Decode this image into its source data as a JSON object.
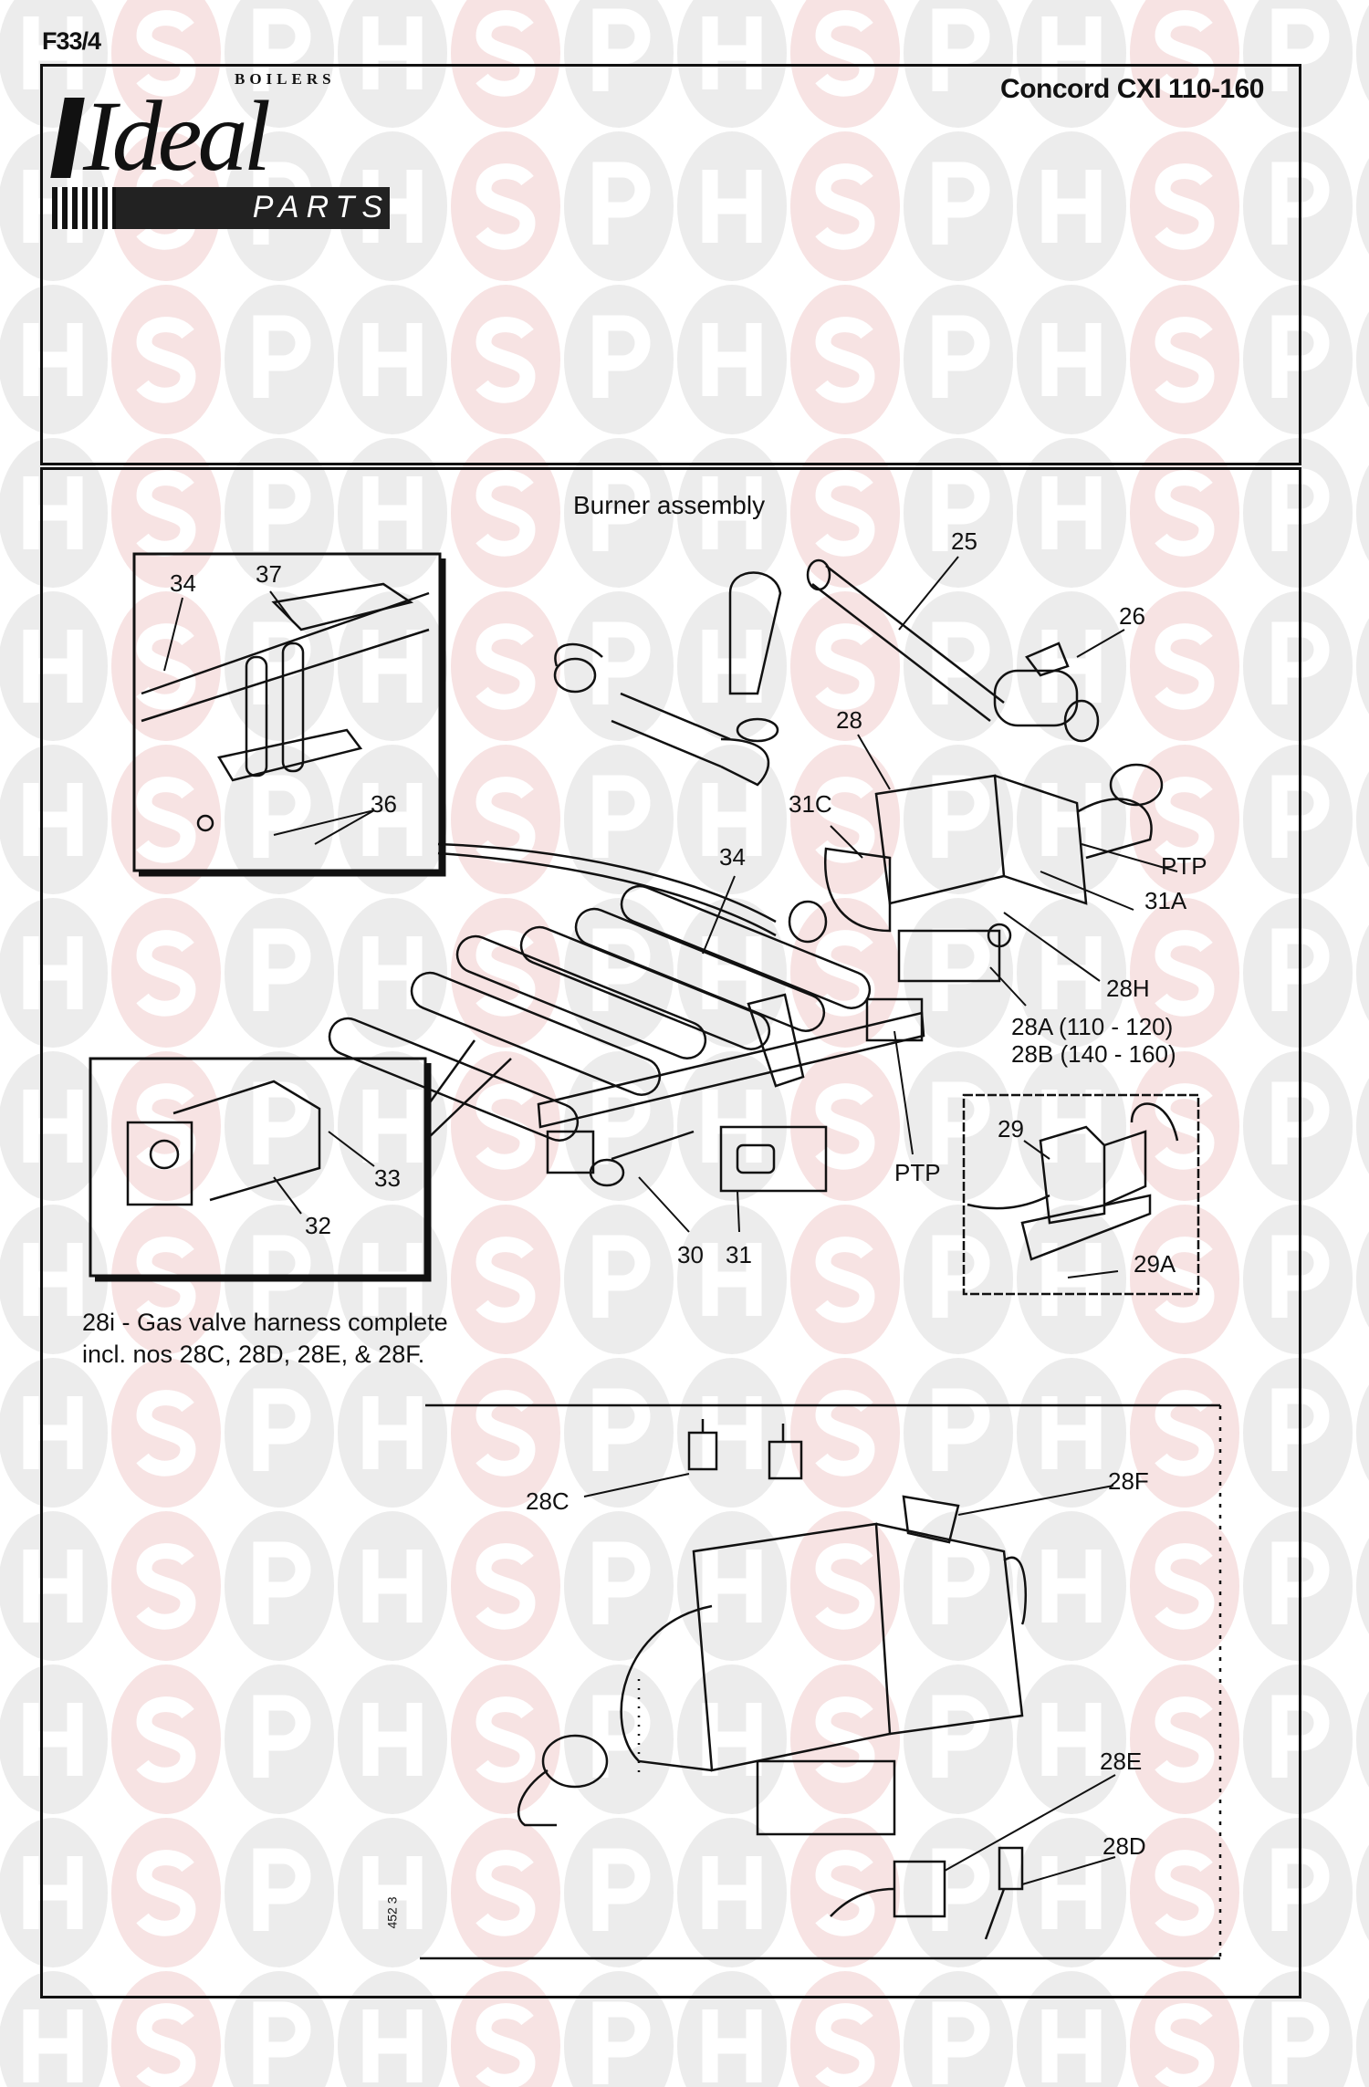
{
  "document": {
    "code": "F33/4",
    "model": "Concord CXI 110-160",
    "brand": {
      "top": "BOILERS",
      "name": "Ideal",
      "sub": "PARTS"
    },
    "diagram_title": "Burner assembly",
    "note_line1": "28i - Gas valve harness complete",
    "note_line2": "incl. nos 28C, 28D, 28E, & 28F.",
    "drawing_ref": "452 3"
  },
  "labels": {
    "l25": "25",
    "l26": "26",
    "l28": "28",
    "l31c": "31C",
    "lptp1": "PTP",
    "l31a": "31A",
    "l34a": "34",
    "l28h": "28H",
    "l28a": "28A (110 - 120)",
    "l28b": "28B (140 - 160)",
    "lptp2": "PTP",
    "l29": "29",
    "l29a": "29A",
    "l33": "33",
    "l32": "32",
    "l30": "30",
    "l31": "31",
    "l34b": "34",
    "l37": "37",
    "l36": "36",
    "l28c": "28C",
    "l28f": "28F",
    "l28e": "28E",
    "l28d": "28D"
  },
  "watermark": {
    "letters": [
      "H",
      "S",
      "P"
    ],
    "grey": "#ececec",
    "pink": "#f7e3e3"
  }
}
